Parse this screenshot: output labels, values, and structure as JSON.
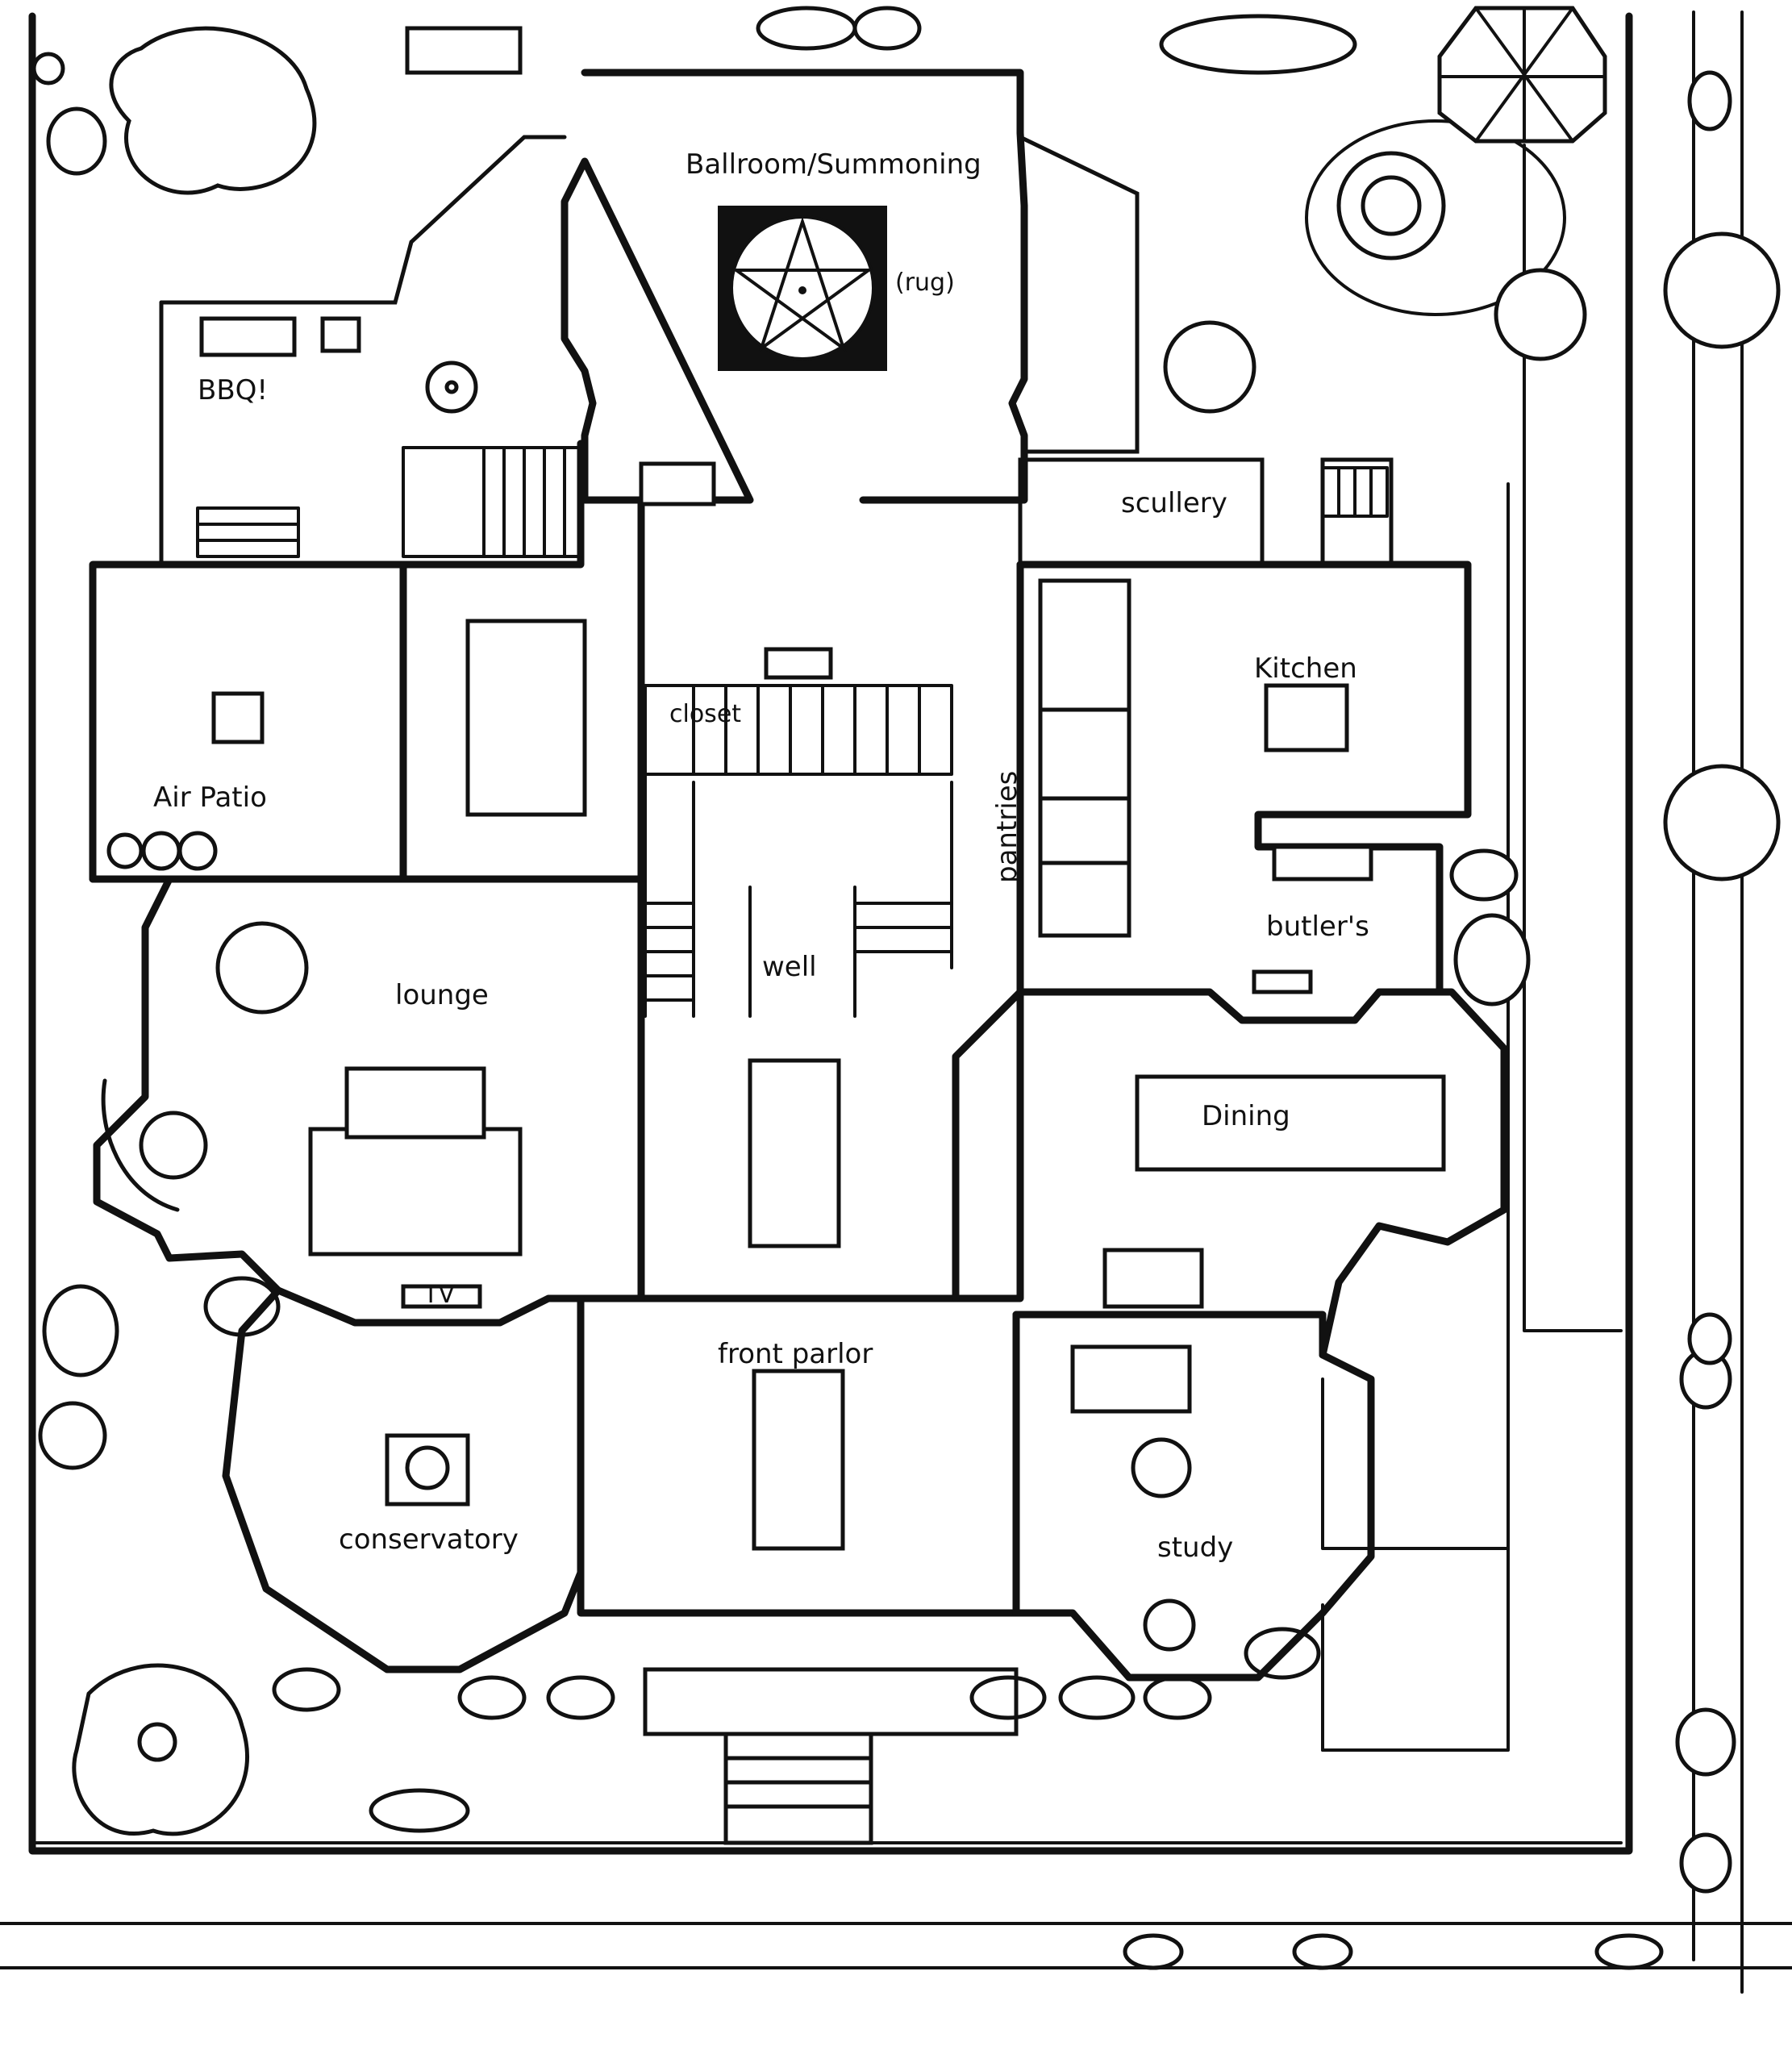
{
  "rooms": {
    "ballroom": "Ballroom/Summoning",
    "rug": "(rug)",
    "bbq": "BBQ!",
    "air_patio": "Air Patio",
    "closet": "closet",
    "scullery": "scullery",
    "kitchen": "Kitchen",
    "pantries": "pantries",
    "butlers": "butler's",
    "well": "well",
    "lounge": "lounge",
    "dining": "Dining",
    "tv": "TV",
    "front_parlor": "front parlor",
    "conservatory": "conservatory",
    "study": "study"
  },
  "legend": {
    "tree_icon": "tree-icon",
    "bush_icon": "bush-icon",
    "pentagram_icon": "pentagram-icon",
    "stairs_icon": "stairs-icon"
  }
}
